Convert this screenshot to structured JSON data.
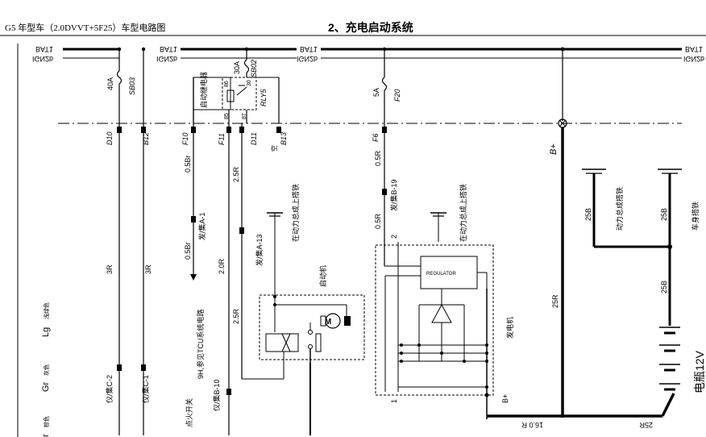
{
  "header": {
    "doc_title": "G5 年型车（2.0DVVT+5F25）车型电路图",
    "section_title": "2、充电启动系统"
  },
  "rails": {
    "bat1_left": "BAT1",
    "ign2b_left": "IGN2b",
    "bat1_mid1": "BAT1",
    "ign2b_mid1": "IGN2b",
    "bat1_mid2": "BAT1",
    "ign2b_mid2": "IGN2b",
    "bat1_right": "BAT1",
    "ign2b_right": "IGN2b"
  },
  "fuses": {
    "sb03_amp": "40A",
    "sb03_name": "SB03",
    "sb02_amp": "30A",
    "sb02_name": "SB02",
    "f20_amp": "5A",
    "f20_name": "F20"
  },
  "relay": {
    "label": "启动继电器",
    "name": "RLY5",
    "pin30": "30",
    "pin86": "86",
    "pin85": "85",
    "pin87": "87"
  },
  "connectors": {
    "d10": "D10",
    "b12": "B12",
    "f10": "F10",
    "f11": "F11",
    "d11": "D11",
    "b13": "B13",
    "b13_note": "空",
    "f6": "F6",
    "bplus": "B+"
  },
  "wires": {
    "w_3r_1": "3R",
    "w_3r_2": "3R",
    "w_05br_1": "0.5Br",
    "w_05br_2": "0.5Br",
    "w_25r_1": "2.5R",
    "w_20r": "2.0R",
    "w_25r_2": "2.5R",
    "w_05r_1": "0.5R",
    "w_05r_2": "0.5R",
    "w_2": "2",
    "w_1": "1",
    "w_25r_main": "25R",
    "w_25b_1": "25B",
    "w_25b_2": "25B",
    "w_25b_3": "25B",
    "w_160r": "16.0 R",
    "w_25r_bottom": "25R"
  },
  "refs": {
    "c2": "仪/集C-2",
    "c1": "仪/集C-1",
    "a1": "发/集A-1",
    "a13": "发/集A-13",
    "b19": "发/集B-19",
    "b10": "仪/集B-10",
    "tcu_note": "9H,参见TCU系统电路",
    "ign_switch": "点火开关"
  },
  "components": {
    "starter": "启动机",
    "motor_m": "M",
    "generator": "发电机",
    "regulator": "REGULATOR",
    "battery": "电瓶12V",
    "gnd1": "在动力总成上搭铁",
    "gnd2": "在动力总成上搭铁",
    "gnd3": "动力总成搭铁",
    "gnd4": "车身搭铁"
  },
  "legend": {
    "c1": "Lg",
    "c1_name": "浅绿色",
    "c2": "Gr",
    "c2_name": "灰色",
    "c3_name": "棕色",
    "c3": "r"
  }
}
